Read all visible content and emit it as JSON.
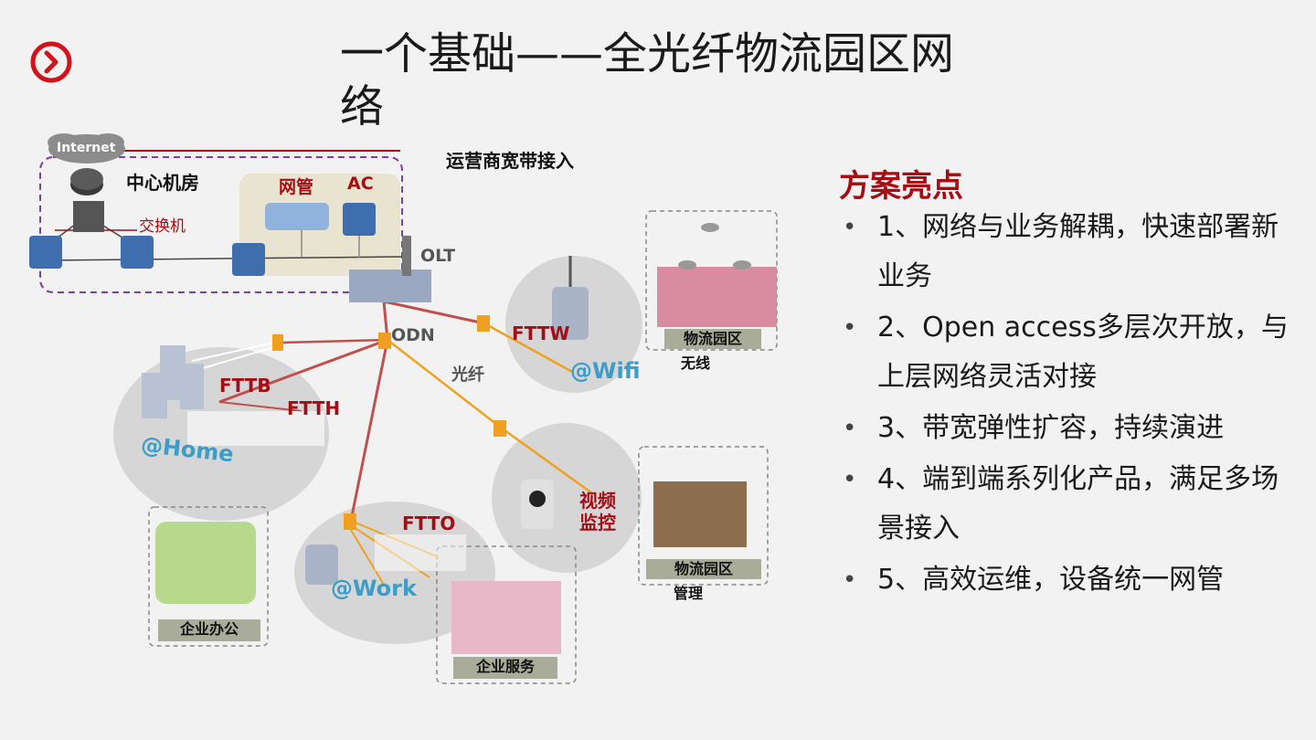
{
  "title": "一个基础——全光纤物流园区网络",
  "diagram": {
    "internet": "Internet",
    "center_room": "中心机房",
    "switch": "交换机",
    "nms": "网管",
    "ac": "AC",
    "olt": "OLT",
    "carrier_broadband": "运营商宽带接入",
    "odn": "ODN",
    "fiber": "光纤",
    "fttw": "FTTW",
    "wifi": "@Wifi",
    "fttb": "FTTB",
    "ftth": "FTTH",
    "home": "@Home",
    "ftto": "FTTO",
    "work": "@Work",
    "video": "视频\n监控",
    "video_line1": "视频",
    "video_line2": "监控",
    "park_wireless_1": "物流园区",
    "park_wireless_2": "无线",
    "park_mgmt_1": "物流园区",
    "park_mgmt_2": "管理",
    "enterprise_office": "企业办公",
    "enterprise_service": "企业服务"
  },
  "highlights": {
    "heading": "方案亮点",
    "items": [
      "1、网络与业务解耦，快速部署新业务",
      "2、Open access多层次开放，与上层网络灵活对接",
      "3、带宽弹性扩容，持续演进",
      "4、端到端系列化产品，满足多场景接入",
      "5、高效运维，设备统一网管"
    ]
  },
  "colors": {
    "accent_red": "#a50d14",
    "fiber_orange": "#f0a020",
    "link_red": "#c0504d",
    "label_blue": "#3a9ec8"
  }
}
